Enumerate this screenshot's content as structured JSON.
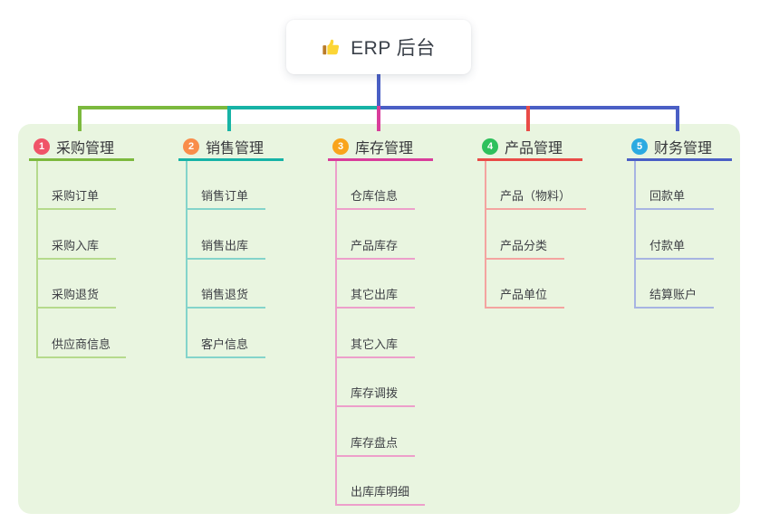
{
  "root": {
    "icon": "thumbs-up",
    "label": "ERP 后台"
  },
  "branches": [
    {
      "num": "1",
      "title": "采购管理",
      "badge_color": "#f05468",
      "line_color": "#7cb93e",
      "light_line_color": "#b5da8c",
      "children": [
        "采购订单",
        "采购入库",
        "采购退货",
        "供应商信息"
      ]
    },
    {
      "num": "2",
      "title": "销售管理",
      "badge_color": "#f98d4b",
      "line_color": "#17b3a6",
      "light_line_color": "#84d4cb",
      "children": [
        "销售订单",
        "销售出库",
        "销售退货",
        "客户信息"
      ]
    },
    {
      "num": "3",
      "title": "库存管理",
      "badge_color": "#f9a41c",
      "line_color": "#d93d9b",
      "light_line_color": "#ed9fcb",
      "children": [
        "仓库信息",
        "产品库存",
        "其它出库",
        "其它入库",
        "库存调拨",
        "库存盘点",
        "出库库明细"
      ]
    },
    {
      "num": "4",
      "title": "产品管理",
      "badge_color": "#2ec05c",
      "line_color": "#e94b47",
      "light_line_color": "#f4a4a0",
      "children": [
        "产品（物料）",
        "产品分类",
        "产品单位"
      ]
    },
    {
      "num": "5",
      "title": "财务管理",
      "badge_color": "#2baae1",
      "line_color": "#4a5fc5",
      "light_line_color": "#a7b4e2",
      "children": [
        "回款单",
        "付款单",
        "结算账户"
      ]
    }
  ],
  "colors": {
    "canvas_bg": "#ffffff",
    "panel_bg": "#e9f5e0",
    "root_connector": "#4a5fc5"
  }
}
